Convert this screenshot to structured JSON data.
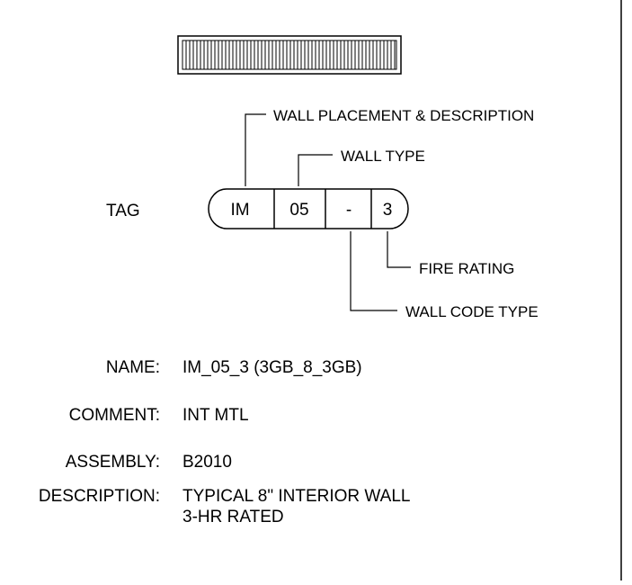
{
  "tag": {
    "label": "TAG",
    "segments": [
      "IM",
      "05",
      "-",
      "3"
    ]
  },
  "callouts": {
    "placement": "WALL PLACEMENT & DESCRIPTION",
    "wall_type": "WALL TYPE",
    "fire_rating": "FIRE RATING",
    "code_type": "WALL CODE TYPE"
  },
  "properties": [
    {
      "key": "NAME:",
      "value": "IM_05_3 (3GB_8_3GB)"
    },
    {
      "key": "COMMENT:",
      "value": "INT MTL"
    },
    {
      "key": "ASSEMBLY:",
      "value": "B2010"
    },
    {
      "key": "DESCRIPTION:",
      "value": "TYPICAL 8\" INTERIOR WALL",
      "value2": "3-HR RATED"
    }
  ],
  "colors": {
    "line": "#000000",
    "background": "#ffffff"
  }
}
